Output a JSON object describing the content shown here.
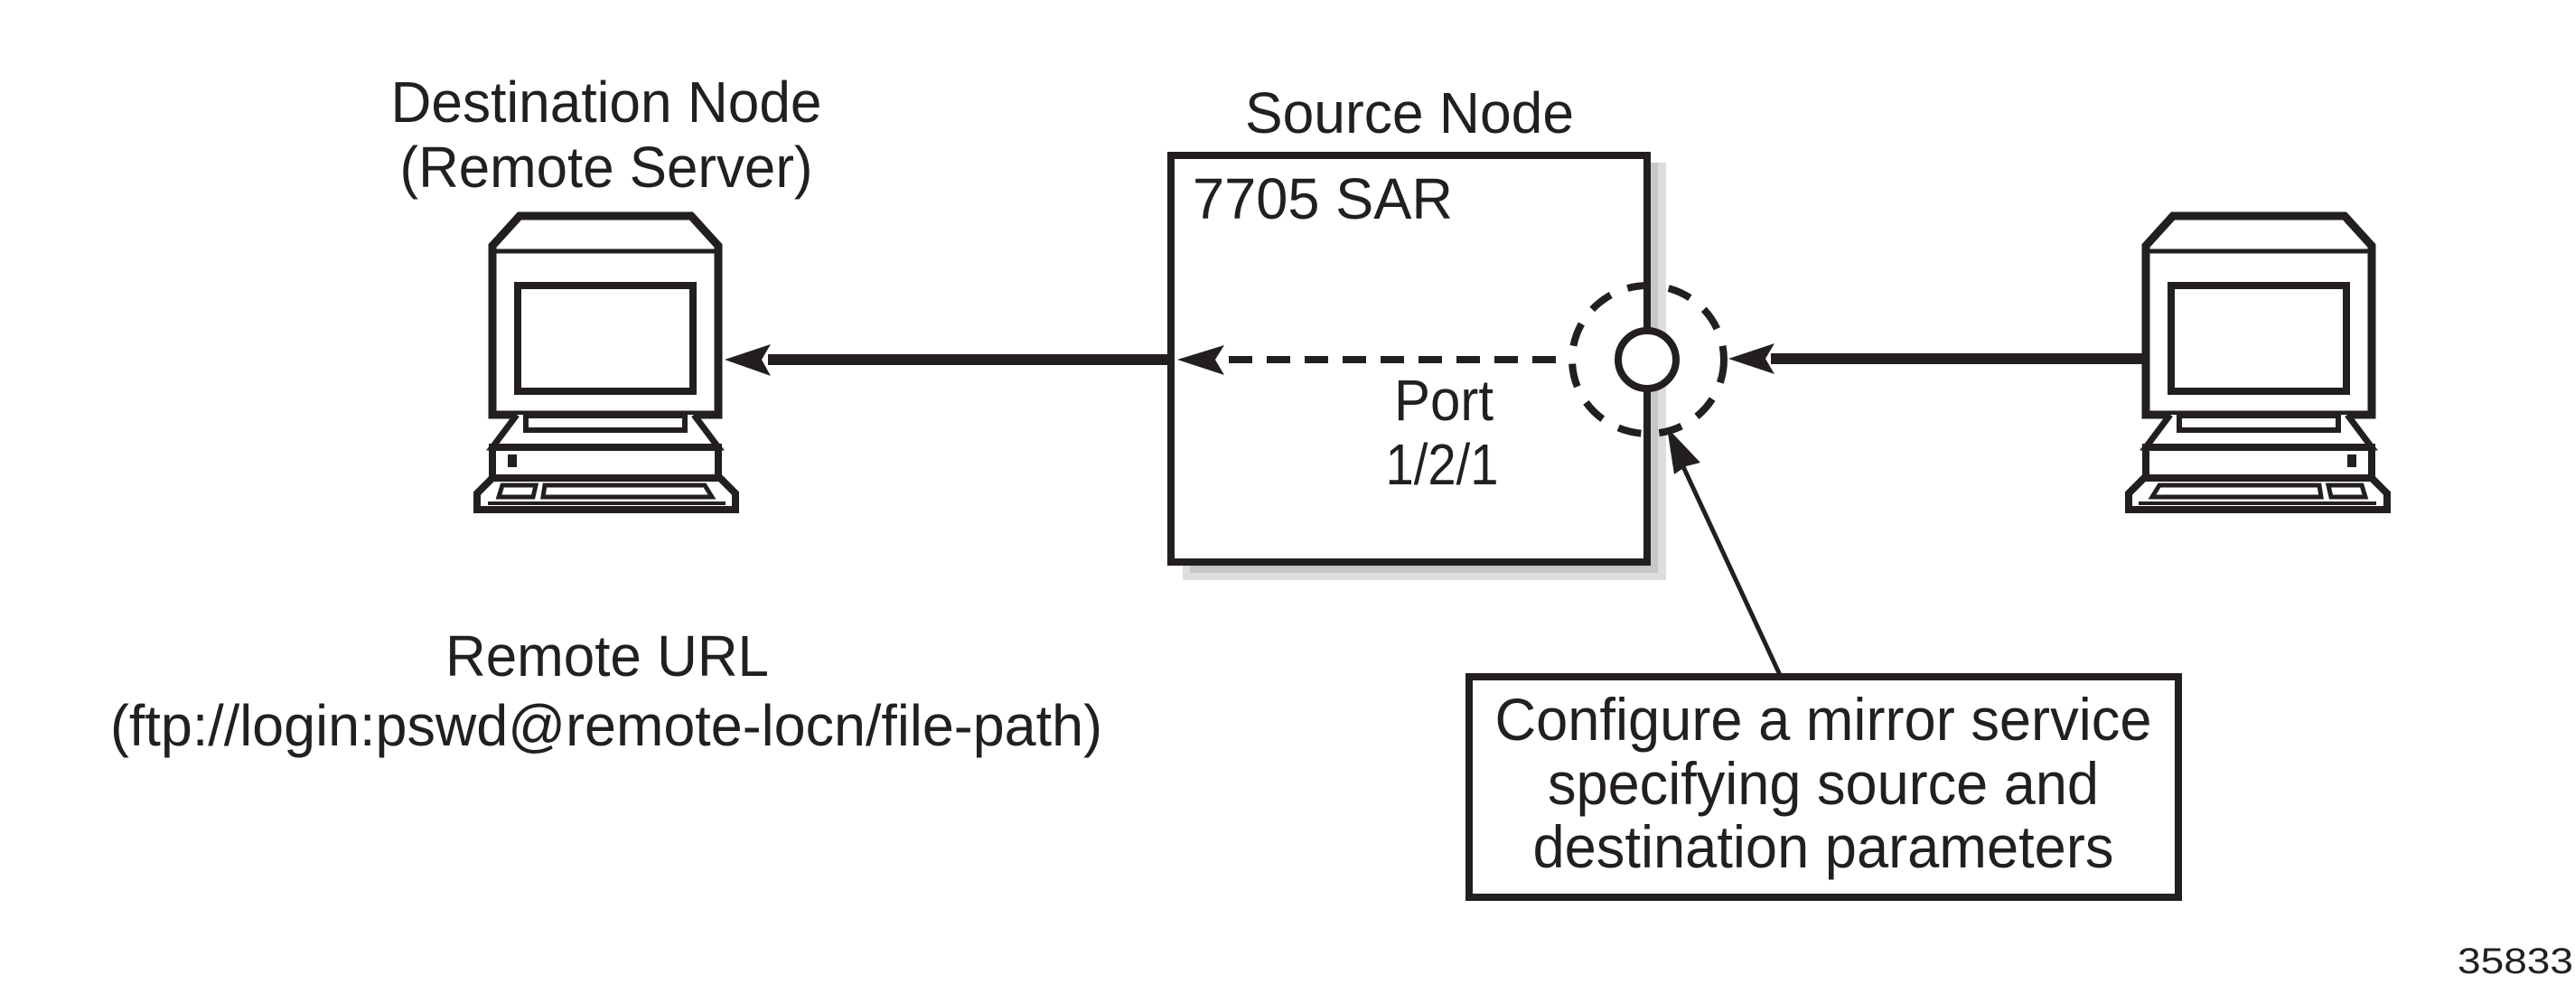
{
  "diagram": {
    "figure_number": "35833",
    "destination_node": {
      "title": "Destination Node",
      "subtitle": "(Remote Server)",
      "remote_url_label": "Remote URL",
      "remote_url_value": "(ftp://login:pswd@remote-locn/file-path)"
    },
    "source_node": {
      "title": "Source Node",
      "device_label": "7705 SAR",
      "port_label": "Port",
      "port_id": "1/2/1"
    },
    "callout": {
      "lines": [
        "Configure a mirror service",
        "specifying source and",
        "destination parameters"
      ]
    },
    "flows": [
      {
        "from": "source-node",
        "to": "destination-node",
        "style": "solid"
      },
      {
        "from": "port-1/2/1",
        "to": "source-node-edge",
        "style": "dashed"
      },
      {
        "from": "right-computer",
        "to": "port-1/2/1",
        "style": "solid"
      }
    ],
    "colors": {
      "ink": "#231f20",
      "shadow_dark": "#c6c7c9",
      "shadow_light": "#dcdddf",
      "background": "#ffffff"
    }
  }
}
